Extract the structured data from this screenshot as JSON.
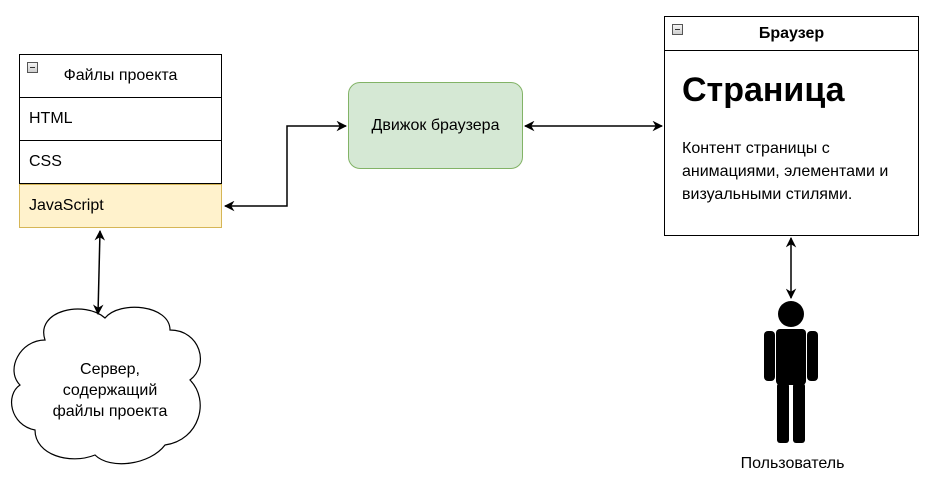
{
  "project_files": {
    "header": "Файлы проекта",
    "items": [
      "HTML",
      "CSS",
      "JavaScript"
    ]
  },
  "engine": {
    "label": "Движок браузера"
  },
  "browser": {
    "header": "Браузер",
    "page_title": "Страница",
    "page_text": "Контент страницы с анимациями, элементами и визуальными стилями."
  },
  "server": {
    "label_lines": [
      "Сервер,",
      "содержащий",
      "файлы проекта"
    ]
  },
  "user": {
    "label": "Пользователь"
  },
  "colors": {
    "engine_fill": "#d5e8d4",
    "engine_stroke": "#82b366",
    "js_fill": "#fff2cc",
    "js_stroke": "#d6b656"
  }
}
